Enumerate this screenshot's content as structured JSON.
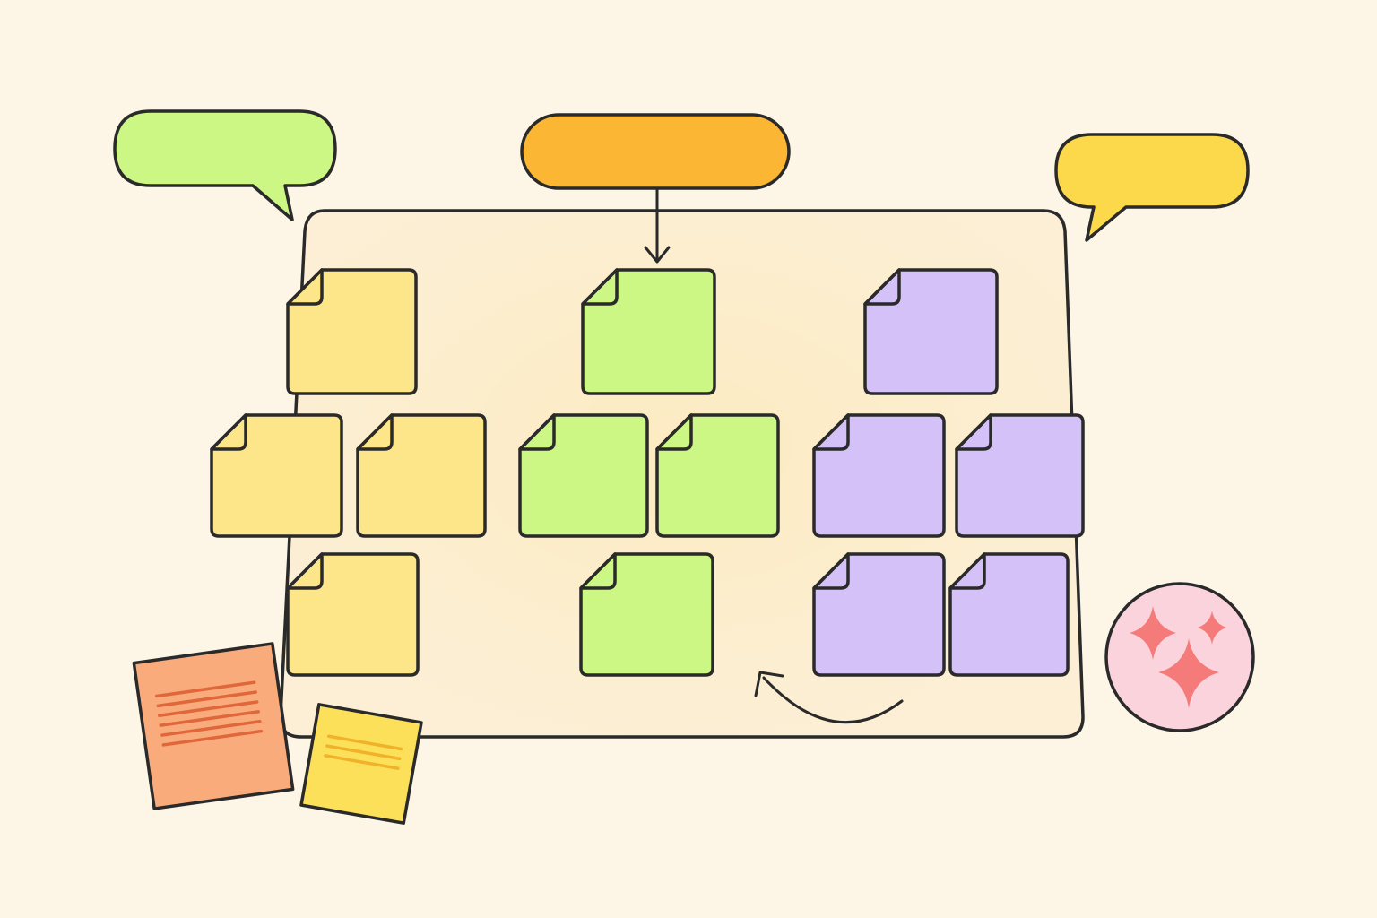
{
  "colors": {
    "background": "#fdf6e6",
    "board": "#fcefd3",
    "outline": "#2a2a2a",
    "yellow_note": "#fde68a",
    "green_note": "#ccf784",
    "purple_note": "#d4c1f7",
    "bubble_green": "#ccf784",
    "bubble_orange": "#fbb733",
    "bubble_yellow": "#fcd94a",
    "orange_sheet": "#f9ab7c",
    "orange_sheet_lines": "#e0673a",
    "yellow_sheet": "#fde05a",
    "yellow_sheet_lines": "#f0b229",
    "badge": "#fbd3dd",
    "sparkle": "#f57a7a"
  },
  "board": {
    "columns": [
      {
        "name": "yellow",
        "note_count": 4
      },
      {
        "name": "green",
        "note_count": 4
      },
      {
        "name": "purple",
        "note_count": 5
      }
    ]
  },
  "bubbles": [
    {
      "name": "green-speech-bubble",
      "text": ""
    },
    {
      "name": "orange-header-pill",
      "text": ""
    },
    {
      "name": "yellow-speech-bubble",
      "text": ""
    }
  ],
  "loose_notes": [
    {
      "name": "orange-lined-sheet",
      "line_count": 6
    },
    {
      "name": "yellow-lined-sticky",
      "line_count": 3
    }
  ],
  "badge": {
    "icon": "sparkles-icon"
  }
}
